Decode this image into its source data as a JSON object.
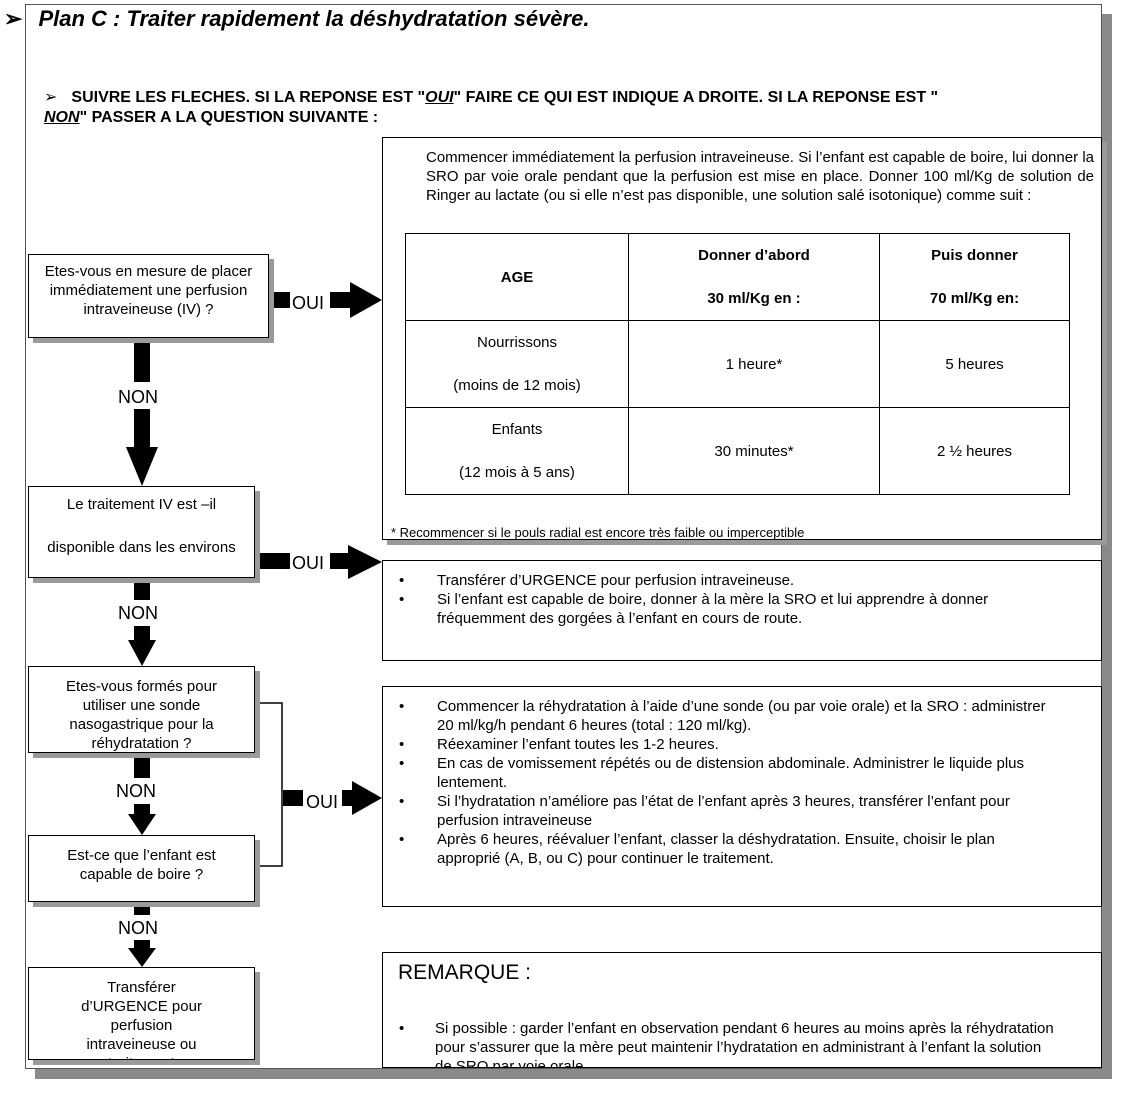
{
  "title": "Plan C : Traiter rapidement la déshydratation sévère.",
  "title_marker": "➢",
  "instruction": {
    "marker": "➢",
    "part1": "SUIVRE LES FLECHES. SI LA REPONSE EST \"",
    "oui": "OUI",
    "part2": "\" FAIRE CE QUI EST INDIQUE A DROITE. SI LA REPONSE EST \"",
    "non": "NON",
    "part3": "\" PASSER A LA QUESTION SUIVANTE :"
  },
  "questions": {
    "q1": "Etes-vous en mesure de placer immédiatement une perfusion intraveineuse (IV) ?",
    "q2_line1": "Le traitement IV est –il",
    "q2_line2": "disponible dans les environs",
    "q3": "Etes-vous formés pour utiliser une sonde nasogastrique pour la réhydratation ?",
    "q4": "Est-ce que l’enfant est capable de boire ?",
    "q5": "Transférer d’URGENCE pour perfusion intraveineuse ou traitement"
  },
  "labels": {
    "oui": "OUI",
    "non": "NON"
  },
  "box1": {
    "intro": "Commencer immédiatement la perfusion intraveineuse. Si l’enfant est capable de boire, lui donner la SRO par voie orale pendant que la perfusion est mise en place. Donner 100 ml/Kg de solution de Ringer au lactate (ou si elle  n’est pas disponible, une solution salé isotonique) comme suit :",
    "table": {
      "headers": [
        "AGE",
        "Donner d’abord",
        "30 ml/Kg en :",
        "Puis donner",
        "70 ml/Kg en:"
      ],
      "rows": [
        {
          "age1": "Nourrissons",
          "age2": "(moins de 12 mois)",
          "first": "1 heure*",
          "then": "5 heures"
        },
        {
          "age1": "Enfants",
          "age2": "(12 mois à 5 ans)",
          "first": "30 minutes*",
          "then": "2 ½ heures"
        }
      ]
    },
    "footnote": "* Recommencer si le pouls radial est encore très faible ou imperceptible"
  },
  "box2": [
    "Transférer d’URGENCE pour perfusion intraveineuse.",
    "Si l’enfant est capable de boire, donner à la mère la SRO et lui apprendre à donner fréquemment des gorgées à l’enfant en cours de route."
  ],
  "box3": [
    "Commencer la réhydratation à l’aide d’une sonde (ou par voie orale) et la SRO : administrer 20 ml/kg/h pendant 6 heures (total : 120 ml/kg).",
    "Réexaminer l’enfant toutes les 1-2 heures.",
    "En cas de vomissement répétés ou de distension abdominale. Administrer le liquide plus lentement.",
    "Si l’hydratation n’améliore pas l’état de l’enfant après 3 heures, transférer  l’enfant pour perfusion intraveineuse",
    "Après 6 heures, réévaluer l’enfant, classer la déshydratation.  Ensuite, choisir le plan approprié (A, B, ou C) pour continuer le traitement."
  ],
  "box4": {
    "heading": "REMARQUE :",
    "bullet": "Si possible : garder l’enfant en observation pendant 6 heures au moins après la réhydratation pour s’assurer que la mère peut maintenir l’hydratation en administrant à l’enfant la solution de SRO par voie orale."
  }
}
